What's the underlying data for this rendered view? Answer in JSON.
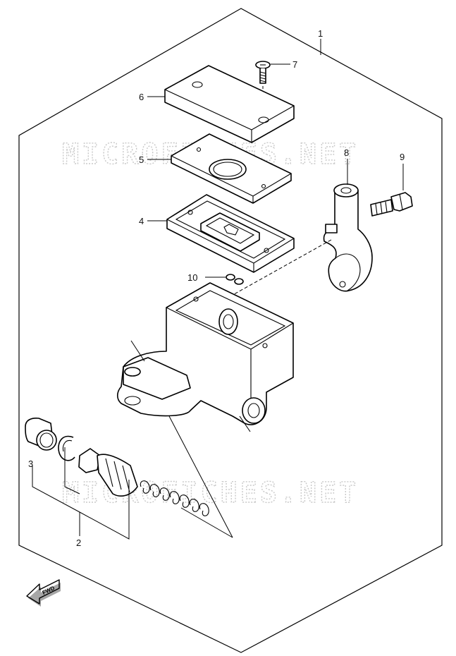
{
  "watermark": "MICROFICHES.NET",
  "fwd_label": "FWD",
  "callouts": {
    "c1": "1",
    "c2": "2",
    "c3": "3",
    "c4": "4",
    "c5": "5",
    "c6": "6",
    "c7": "7",
    "c8": "8",
    "c9": "9",
    "c10": "10"
  }
}
